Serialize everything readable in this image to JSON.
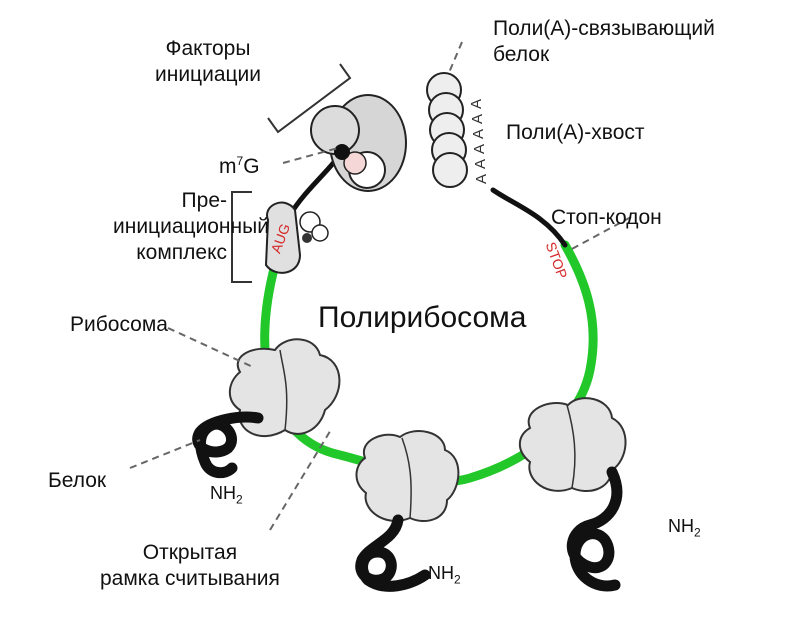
{
  "labels": {
    "initiation_factors": [
      "Факторы",
      "инициации"
    ],
    "m7g_base": "m",
    "m7g_sup": "7",
    "m7g_tail": "G",
    "preinitiation": [
      "Пре-",
      "инициационный",
      "комплекс"
    ],
    "ribosome": "Рибосома",
    "protein": "Белок",
    "orf": [
      "Открытая",
      "рамка считывания"
    ],
    "polya_binding": [
      "Поли(А)-связывающий",
      "белок"
    ],
    "polya_tail": "Поли(А)-хвост",
    "stop_codon": "Стоп-кодон",
    "polyribosome": "Полирибосома",
    "nh2": "NH",
    "nh2_sub": "2"
  },
  "sequence": {
    "aug": "AUG",
    "stop": "STOP",
    "polya": [
      "A",
      "A",
      "A",
      "A",
      "A",
      "A"
    ]
  },
  "colors": {
    "mrna_green": "#22c82a",
    "mrna_black": "#111111",
    "ribosome_fill": "#e4e4e4",
    "factor_fill": "#d6d6d6",
    "codon_red": "#d62828",
    "leader_gray": "#666666"
  }
}
